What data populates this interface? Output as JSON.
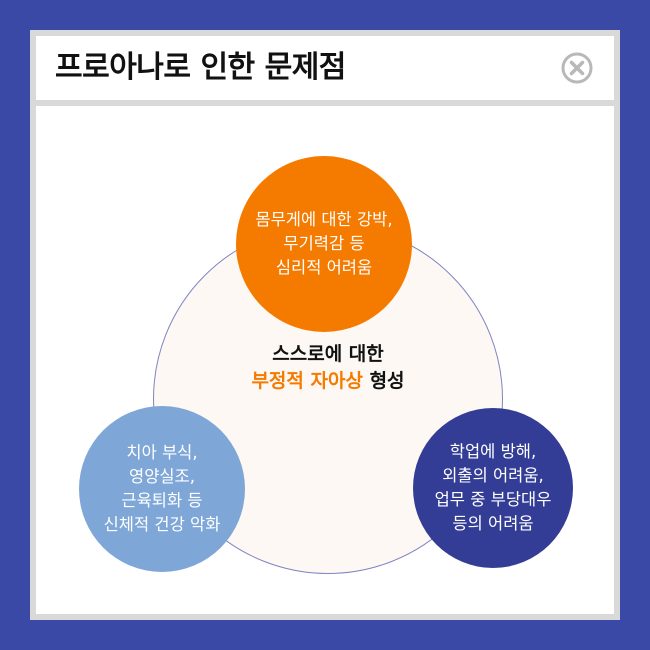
{
  "title": "프로아나로 인한 문제점",
  "close_icon": "close-circle-icon",
  "center": {
    "line1": "스스로에 대한",
    "line2_accent": "부정적 자아상",
    "line2_rest": " 형성"
  },
  "nodes": {
    "top": [
      "몸무게에 대한 강박,",
      "무기력감 등",
      "심리적 어려움"
    ],
    "left": [
      "치아 부식,",
      "영양실조,",
      "근육퇴화 등",
      "신체적 건강 악화"
    ],
    "right": [
      "학업에 방해,",
      "외출의 어려움,",
      "업무 중 부당대우",
      "등의 어려움"
    ]
  },
  "colors": {
    "background": "#3a48a6",
    "top_node": "#f47a00",
    "left_node": "#7ea7d8",
    "right_node": "#333d96",
    "accent_text": "#f47a00",
    "frame_border": "#d9d9d9"
  }
}
